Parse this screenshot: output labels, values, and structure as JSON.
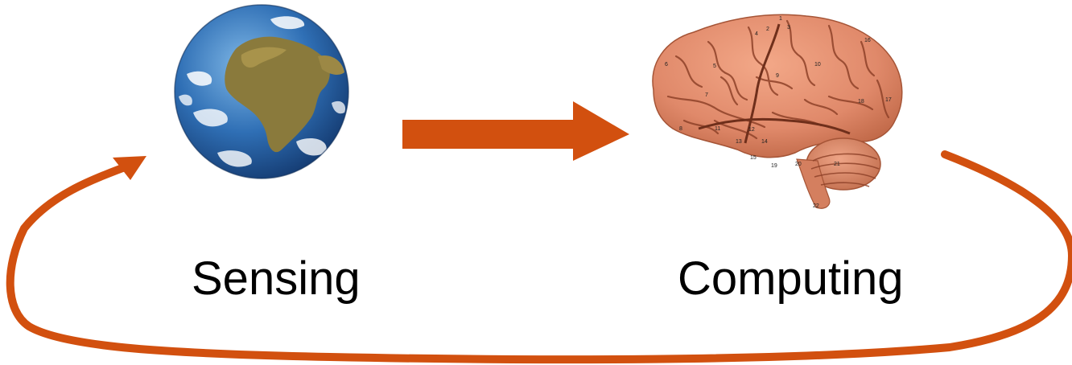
{
  "nodes": {
    "sensing": {
      "label": "Sensing",
      "icon": "earth-globe-icon"
    },
    "computing": {
      "label": "Computing",
      "icon": "human-brain-icon"
    }
  },
  "brain_annotations": [
    "1",
    "2",
    "3",
    "4",
    "5",
    "6",
    "7",
    "8",
    "9",
    "10",
    "11",
    "12",
    "13",
    "14",
    "15",
    "16",
    "17",
    "18",
    "19",
    "20",
    "21",
    "22"
  ],
  "colors": {
    "arrow": "#D2500F",
    "ocean": "#2F6FB5",
    "land": "#8A7A3C",
    "brain": "#E0896A",
    "text": "#000000"
  }
}
